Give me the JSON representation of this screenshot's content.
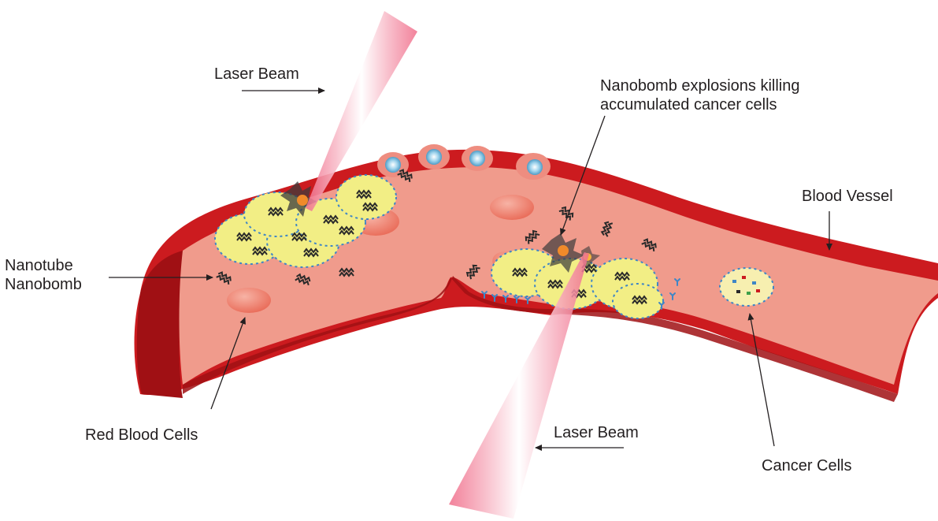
{
  "labels": {
    "laser_beam_top": "Laser Beam",
    "explosions_line1": "Nanobomb explosions killing",
    "explosions_line2": "accumulated cancer cells",
    "blood_vessel": "Blood Vessel",
    "nanotube_line1": "Nanotube",
    "nanotube_line2": "Nanobomb",
    "red_blood_cells": "Red Blood Cells",
    "laser_beam_bottom": "Laser Beam",
    "cancer_cells": "Cancer Cells"
  },
  "colors": {
    "vessel_wall": "#cc1b1f",
    "vessel_wall_dark": "#a01014",
    "lumen": "#f09b8c",
    "red_blood_cell": "#ee7f6d",
    "cancer_cell": "#f2ee85",
    "nanotube": "#2a2a2a",
    "antibody": "#3f86c6",
    "laser": "#f3b7c2",
    "text": "#231f20"
  }
}
